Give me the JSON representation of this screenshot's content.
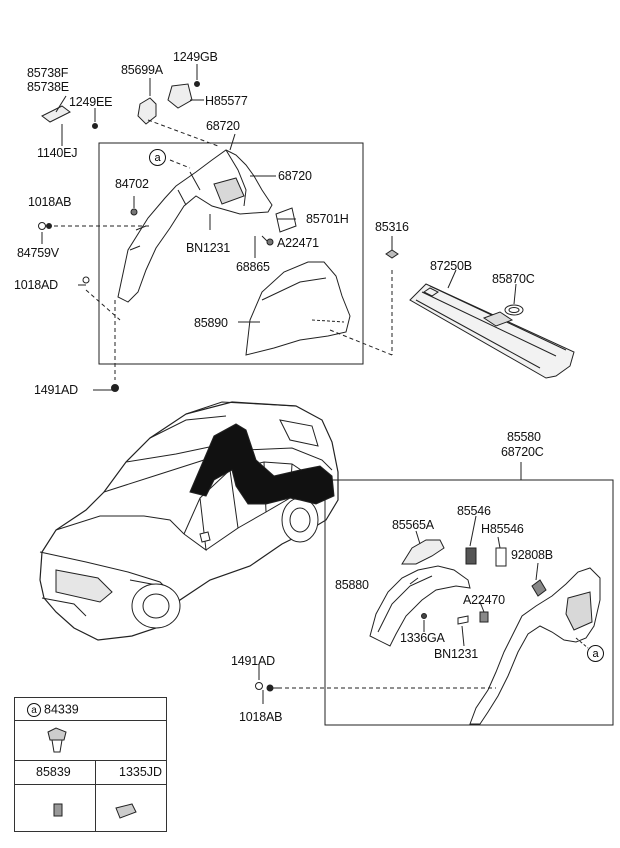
{
  "labels": {
    "l85738F": "85738F",
    "l85738E": "85738E",
    "l1249EE": "1249EE",
    "l1140EJ": "1140EJ",
    "l85699A": "85699A",
    "l1249GB": "1249GB",
    "lH85577": "H85577",
    "l68720_top": "68720",
    "l68720_right": "68720",
    "l84702": "84702",
    "l1018AB_top": "1018AB",
    "l84759V": "84759V",
    "l1018AD": "1018AD",
    "l85701H": "85701H",
    "lBN1231_top": "BN1231",
    "lA22471": "A22471",
    "l68865": "68865",
    "l85316": "85316",
    "l87250B": "87250B",
    "l85870C": "85870C",
    "l85890": "85890",
    "l1491AD_top": "1491AD",
    "l85580": "85580",
    "l68720C": "68720C",
    "l85546": "85546",
    "lH85546": "H85546",
    "l85565A": "85565A",
    "l92808B": "92808B",
    "l85880": "85880",
    "lA22470": "A22470",
    "l1336GA": "1336GA",
    "lBN1231_bottom": "BN1231",
    "l1491AD_bottom": "1491AD",
    "l1018AB_bottom": "1018AB"
  },
  "callouts": {
    "a_top": "a",
    "a_right": "a"
  },
  "parts_table": {
    "circle": "a",
    "top_part": "84339",
    "bottom_left_part": "85839",
    "bottom_right_part": "1335JD"
  }
}
